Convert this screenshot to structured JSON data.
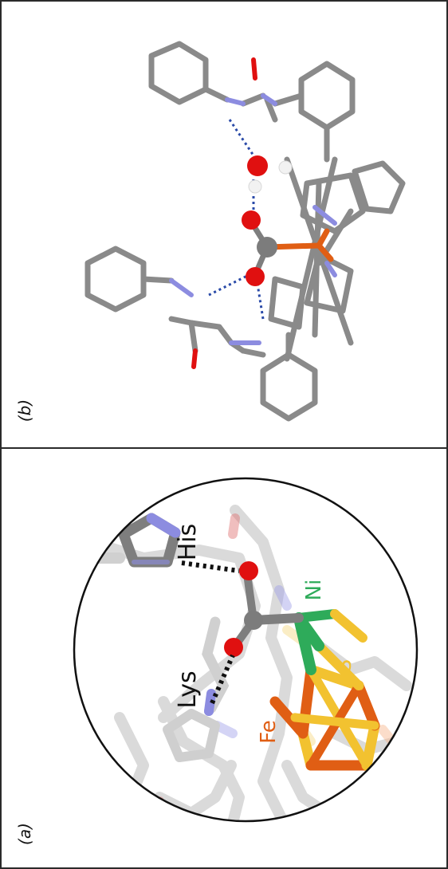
{
  "panels": {
    "a": {
      "caption": "(a)",
      "labels": {
        "his": "His",
        "lys": "Lys",
        "ni": "Ni",
        "s": "S",
        "fe": "Fe"
      }
    },
    "b": {
      "caption": "(b)"
    }
  },
  "colors": {
    "carbon": "#7c7c7c",
    "oxygen": "#e01010",
    "nitrogen": "#8c8ce0",
    "hydrogen": "#f2f2f2",
    "nickel": "#2eab5a",
    "sulfur": "#f2c230",
    "iron": "#e05e14",
    "hbond": "#2a4aa8",
    "ghost": "#d4d4d4"
  }
}
